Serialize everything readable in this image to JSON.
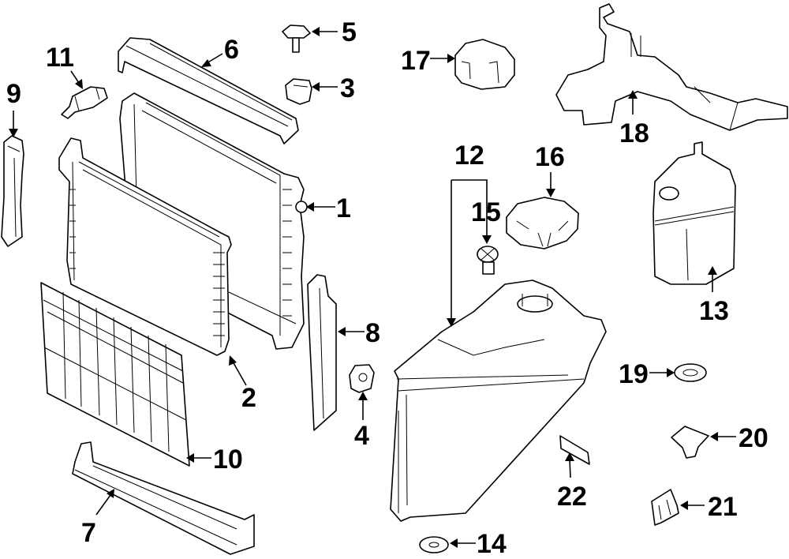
{
  "diagram": {
    "title": "Radiator & Cooling Components Exploded View",
    "callouts": [
      {
        "id": "1",
        "label": "1",
        "part": "radiator"
      },
      {
        "id": "2",
        "label": "2",
        "part": "condenser"
      },
      {
        "id": "3",
        "label": "3",
        "part": "mount-bushing"
      },
      {
        "id": "4",
        "label": "4",
        "part": "lower-mount"
      },
      {
        "id": "5",
        "label": "5",
        "part": "push-clip"
      },
      {
        "id": "6",
        "label": "6",
        "part": "upper-support-cover"
      },
      {
        "id": "7",
        "label": "7",
        "part": "lower-air-deflector"
      },
      {
        "id": "8",
        "label": "8",
        "part": "right-side-seal"
      },
      {
        "id": "9",
        "label": "9",
        "part": "left-side-seal"
      },
      {
        "id": "10",
        "label": "10",
        "part": "shutter-frame"
      },
      {
        "id": "11",
        "label": "11",
        "part": "temperature-sensor"
      },
      {
        "id": "12",
        "label": "12",
        "part": "reservoir-assembly"
      },
      {
        "id": "13",
        "label": "13",
        "part": "expansion-tank"
      },
      {
        "id": "14",
        "label": "14",
        "part": "grommet"
      },
      {
        "id": "15",
        "label": "15",
        "part": "bleeder-screw"
      },
      {
        "id": "16",
        "label": "16",
        "part": "reservoir-cap"
      },
      {
        "id": "17",
        "label": "17",
        "part": "tank-cap"
      },
      {
        "id": "18",
        "label": "18",
        "part": "mounting-bracket"
      },
      {
        "id": "19",
        "label": "19",
        "part": "grommet"
      },
      {
        "id": "20",
        "label": "20",
        "part": "nut-clip"
      },
      {
        "id": "21",
        "label": "21",
        "part": "retainer-clip"
      },
      {
        "id": "22",
        "label": "22",
        "part": "label-pad"
      }
    ]
  }
}
